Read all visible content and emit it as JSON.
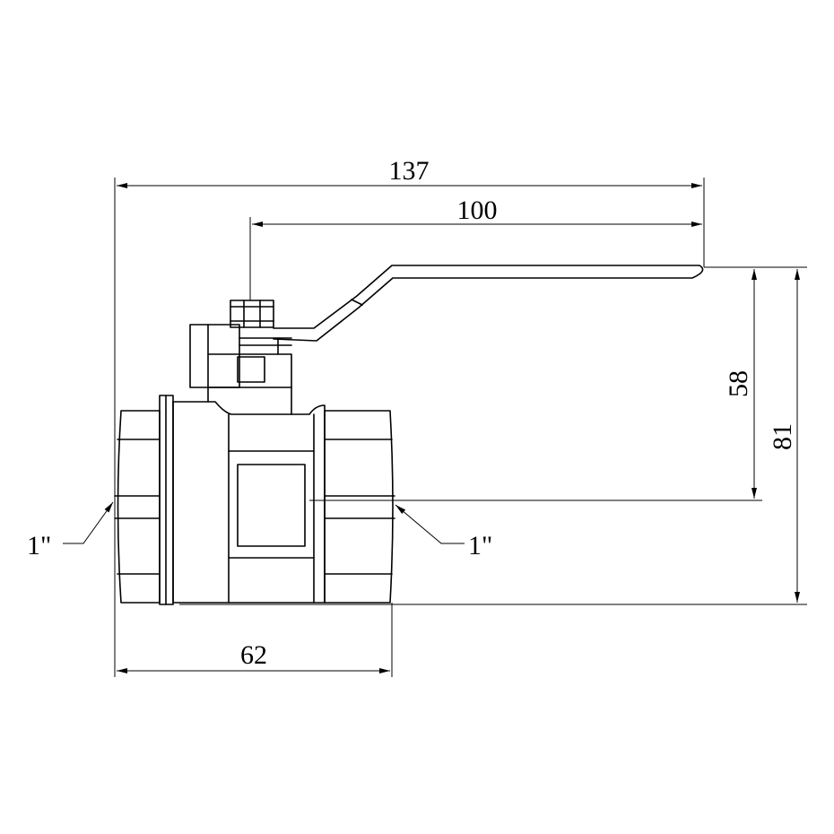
{
  "dimensions": {
    "overall_length": "137",
    "handle_length": "100",
    "stem_height": "58",
    "overall_height": "81",
    "body_length": "62",
    "thread_left": "1\"",
    "thread_right": "1\""
  },
  "colors": {
    "stroke": "#000000",
    "background": "#ffffff"
  }
}
